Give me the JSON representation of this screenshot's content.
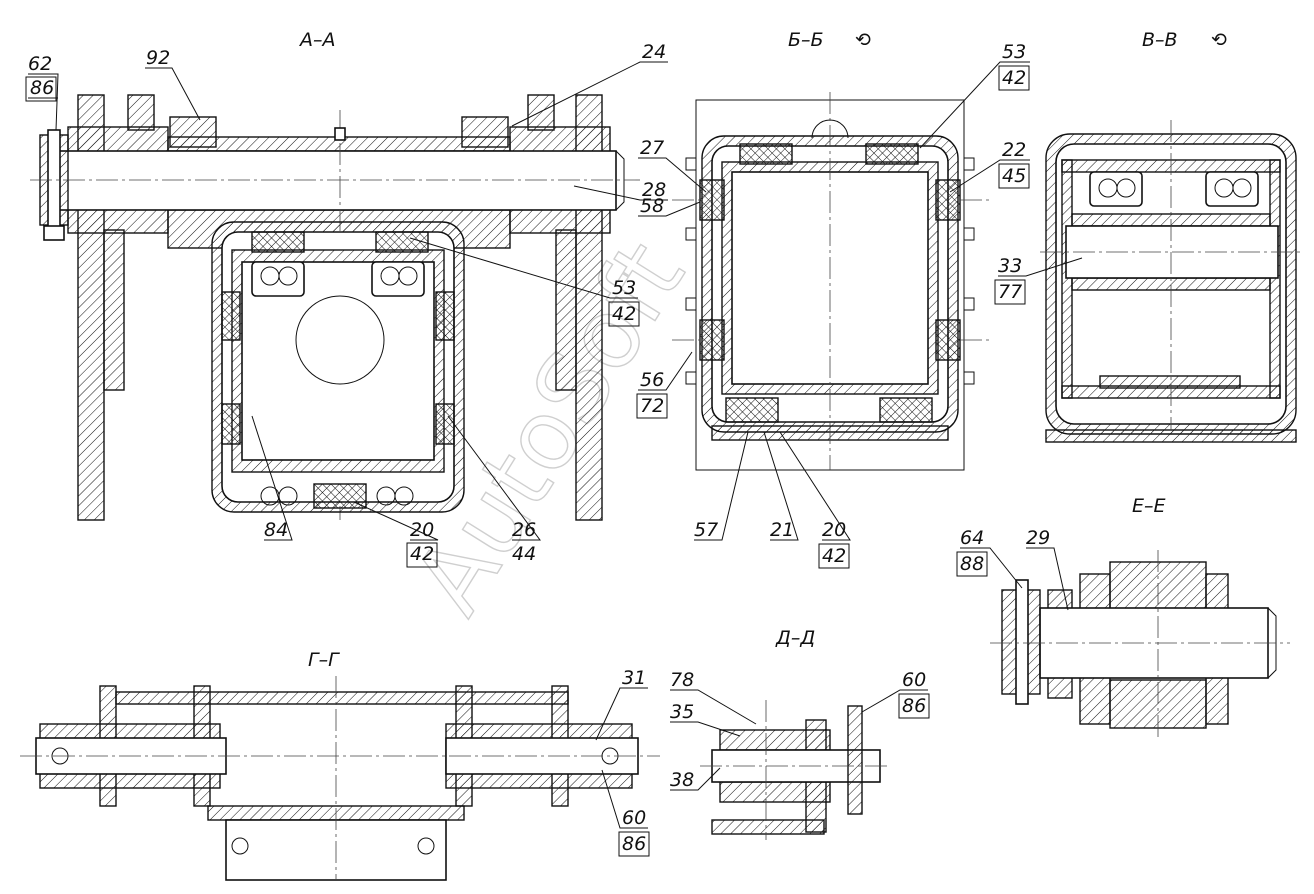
{
  "sections": {
    "aa": "А–А",
    "bb": "Б–Б",
    "vv": "В–В",
    "gg": "Г–Г",
    "dd": "Д–Д",
    "ee": "Е–Е"
  },
  "rotation_mark": "⟲",
  "watermark": "AutoSoft",
  "callouts": {
    "aa": [
      "62",
      "86",
      "92",
      "24",
      "28",
      "53",
      "42",
      "84",
      "20",
      "42",
      "26",
      "44"
    ],
    "bb": [
      "53",
      "42",
      "27",
      "22",
      "45",
      "58",
      "56",
      "72",
      "57",
      "21",
      "20",
      "42"
    ],
    "vv": [
      "33",
      "77"
    ],
    "ee": [
      "64",
      "88",
      "29"
    ],
    "gg": [
      "31",
      "60",
      "86"
    ],
    "dd": [
      "78",
      "35",
      "38",
      "60",
      "86"
    ]
  }
}
